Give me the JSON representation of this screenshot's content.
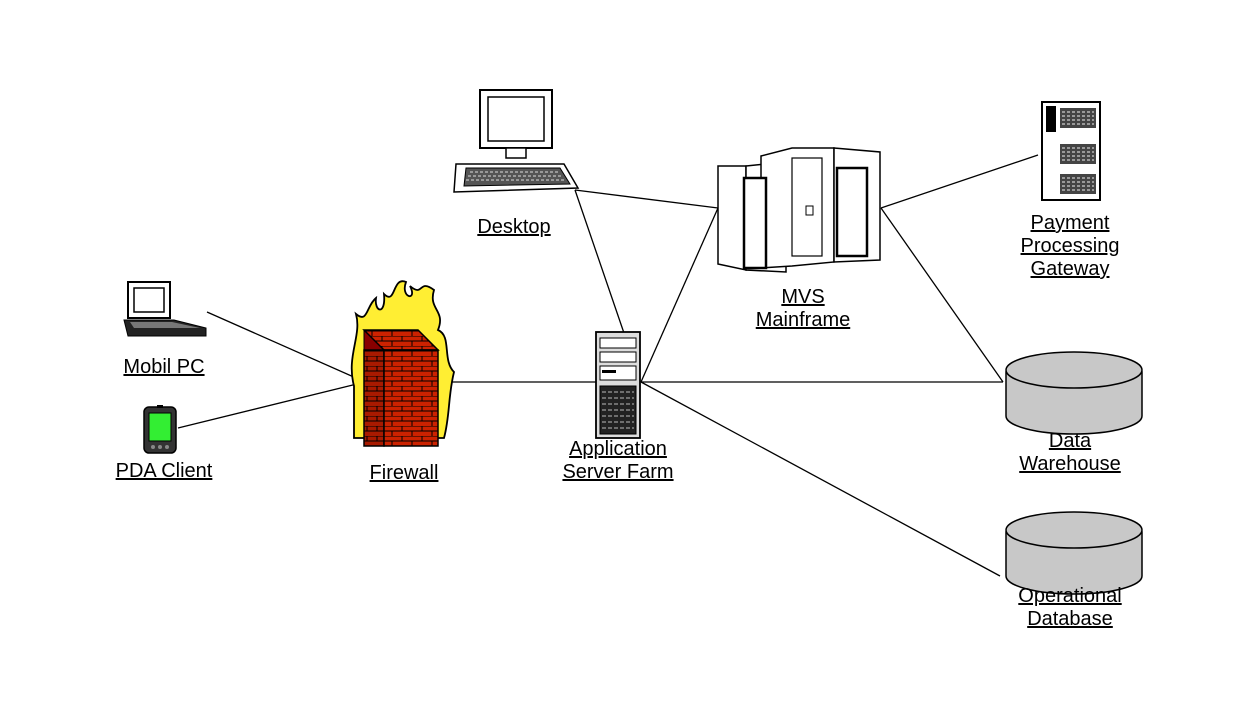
{
  "diagram": {
    "nodes": {
      "mobile_pc": {
        "lines": [
          "Mobil PC"
        ],
        "icon": "laptop-icon"
      },
      "pda_client": {
        "lines": [
          "PDA Client"
        ],
        "icon": "pda-icon"
      },
      "firewall": {
        "lines": [
          "Firewall"
        ],
        "icon": "firewall-icon"
      },
      "desktop": {
        "lines": [
          "Desktop"
        ],
        "icon": "desktop-computer-icon"
      },
      "app_server": {
        "lines": [
          "Application",
          "Server Farm"
        ],
        "icon": "tower-server-icon"
      },
      "mainframe": {
        "lines": [
          "MVS",
          "Mainframe"
        ],
        "icon": "mainframe-icon"
      },
      "payment_gateway": {
        "lines": [
          "Payment",
          "Processing",
          "Gateway"
        ],
        "icon": "rack-server-icon"
      },
      "data_warehouse": {
        "lines": [
          "Data",
          "Warehouse"
        ],
        "icon": "database-cylinder-icon"
      },
      "operational_db": {
        "lines": [
          "Operational",
          "Database"
        ],
        "icon": "database-cylinder-icon"
      }
    },
    "connections": [
      [
        "mobile_pc",
        "firewall"
      ],
      [
        "pda_client",
        "firewall"
      ],
      [
        "firewall",
        "app_server"
      ],
      [
        "desktop",
        "app_server"
      ],
      [
        "desktop",
        "mainframe"
      ],
      [
        "app_server",
        "mainframe"
      ],
      [
        "app_server",
        "data_warehouse"
      ],
      [
        "app_server",
        "operational_db"
      ],
      [
        "mainframe",
        "payment_gateway"
      ],
      [
        "mainframe",
        "data_warehouse"
      ]
    ],
    "colors": {
      "line": "#000000",
      "pda_screen": "#33ee33",
      "brick": "#cc2200",
      "flame": "#ffee33",
      "disk": "#c8c8c8",
      "background": "#ffffff"
    }
  }
}
